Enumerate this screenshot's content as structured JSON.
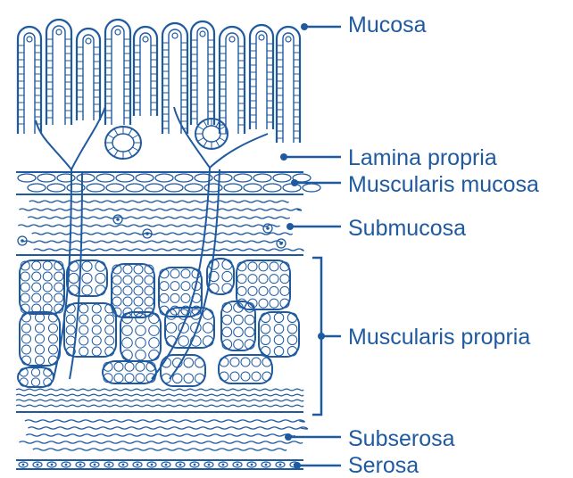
{
  "colors": {
    "ink": "#1f5aa0",
    "background": "#ffffff"
  },
  "labels": {
    "mucosa": "Mucosa",
    "lamina_propria": "Lamina propria",
    "muscularis_mucosa": "Muscularis mucosa",
    "submucosa": "Submucosa",
    "muscularis_propria": "Muscularis propria",
    "subserosa": "Subserosa",
    "serosa": "Serosa"
  }
}
